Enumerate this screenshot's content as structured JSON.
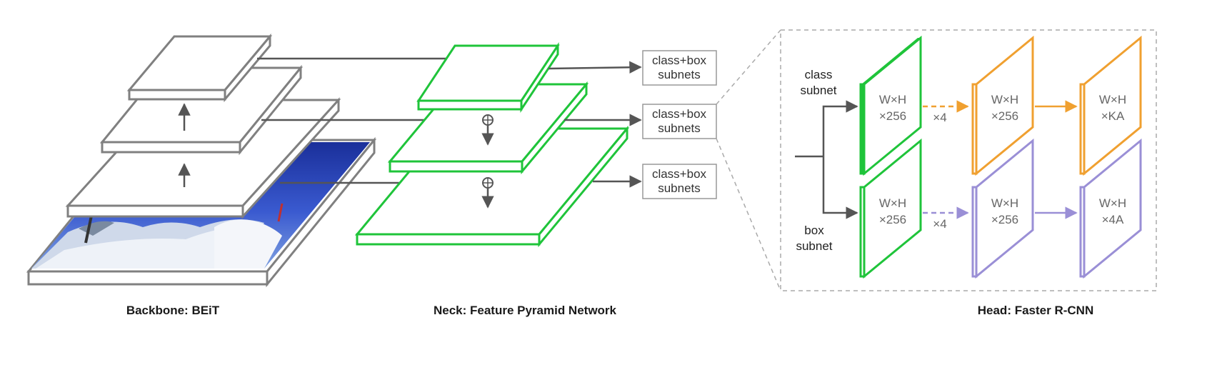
{
  "captions": {
    "backbone": "Backbone: BEiT",
    "neck": "Neck: Feature Pyramid Network",
    "head": "Head: Faster R-CNN"
  },
  "subnet_box": {
    "line1": "class+box",
    "line2": "subnets"
  },
  "head": {
    "class_label": {
      "line1": "class",
      "line2": "subnet"
    },
    "box_label": {
      "line1": "box",
      "line2": "subnet"
    },
    "repeat": "×4",
    "feature_map": {
      "line1": "W×H",
      "line2": "×256"
    },
    "class_output": {
      "line1": "W×H",
      "line2": "×KA"
    },
    "box_output": {
      "line1": "W×H",
      "line2": "×4A"
    }
  },
  "colors": {
    "backbone": "#808080",
    "fpn": "#1fc43a",
    "class_conv": "#f0a030",
    "box_conv": "#9a8fd6",
    "arrow": "#555555",
    "dashed_border": "#aaaaaa"
  }
}
